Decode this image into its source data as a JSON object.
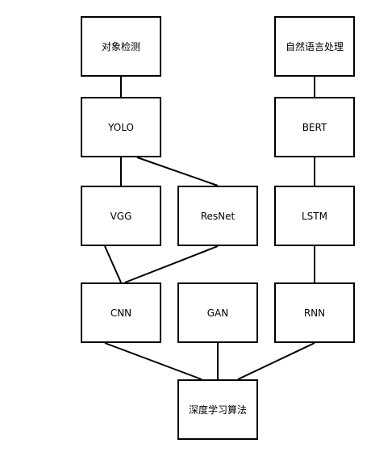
{
  "nodes": {
    "object_detection": "对象检测",
    "nlp": "自然语言处理",
    "yolo": "YOLO",
    "bert": "BERT",
    "vgg": "VGG",
    "resnet": "ResNet",
    "lstm": "LSTM",
    "cnn": "CNN",
    "gan": "GAN",
    "rnn": "RNN",
    "deep_learning": "深度学习算法"
  },
  "edges": [
    [
      "object_detection",
      "yolo"
    ],
    [
      "yolo",
      "vgg"
    ],
    [
      "yolo",
      "resnet"
    ],
    [
      "vgg",
      "cnn"
    ],
    [
      "resnet",
      "cnn"
    ],
    [
      "nlp",
      "bert"
    ],
    [
      "bert",
      "lstm"
    ],
    [
      "lstm",
      "rnn"
    ],
    [
      "cnn",
      "deep_learning"
    ],
    [
      "gan",
      "deep_learning"
    ],
    [
      "rnn",
      "deep_learning"
    ]
  ],
  "colors": {
    "stroke": "#000000",
    "fill": "#ffffff"
  }
}
